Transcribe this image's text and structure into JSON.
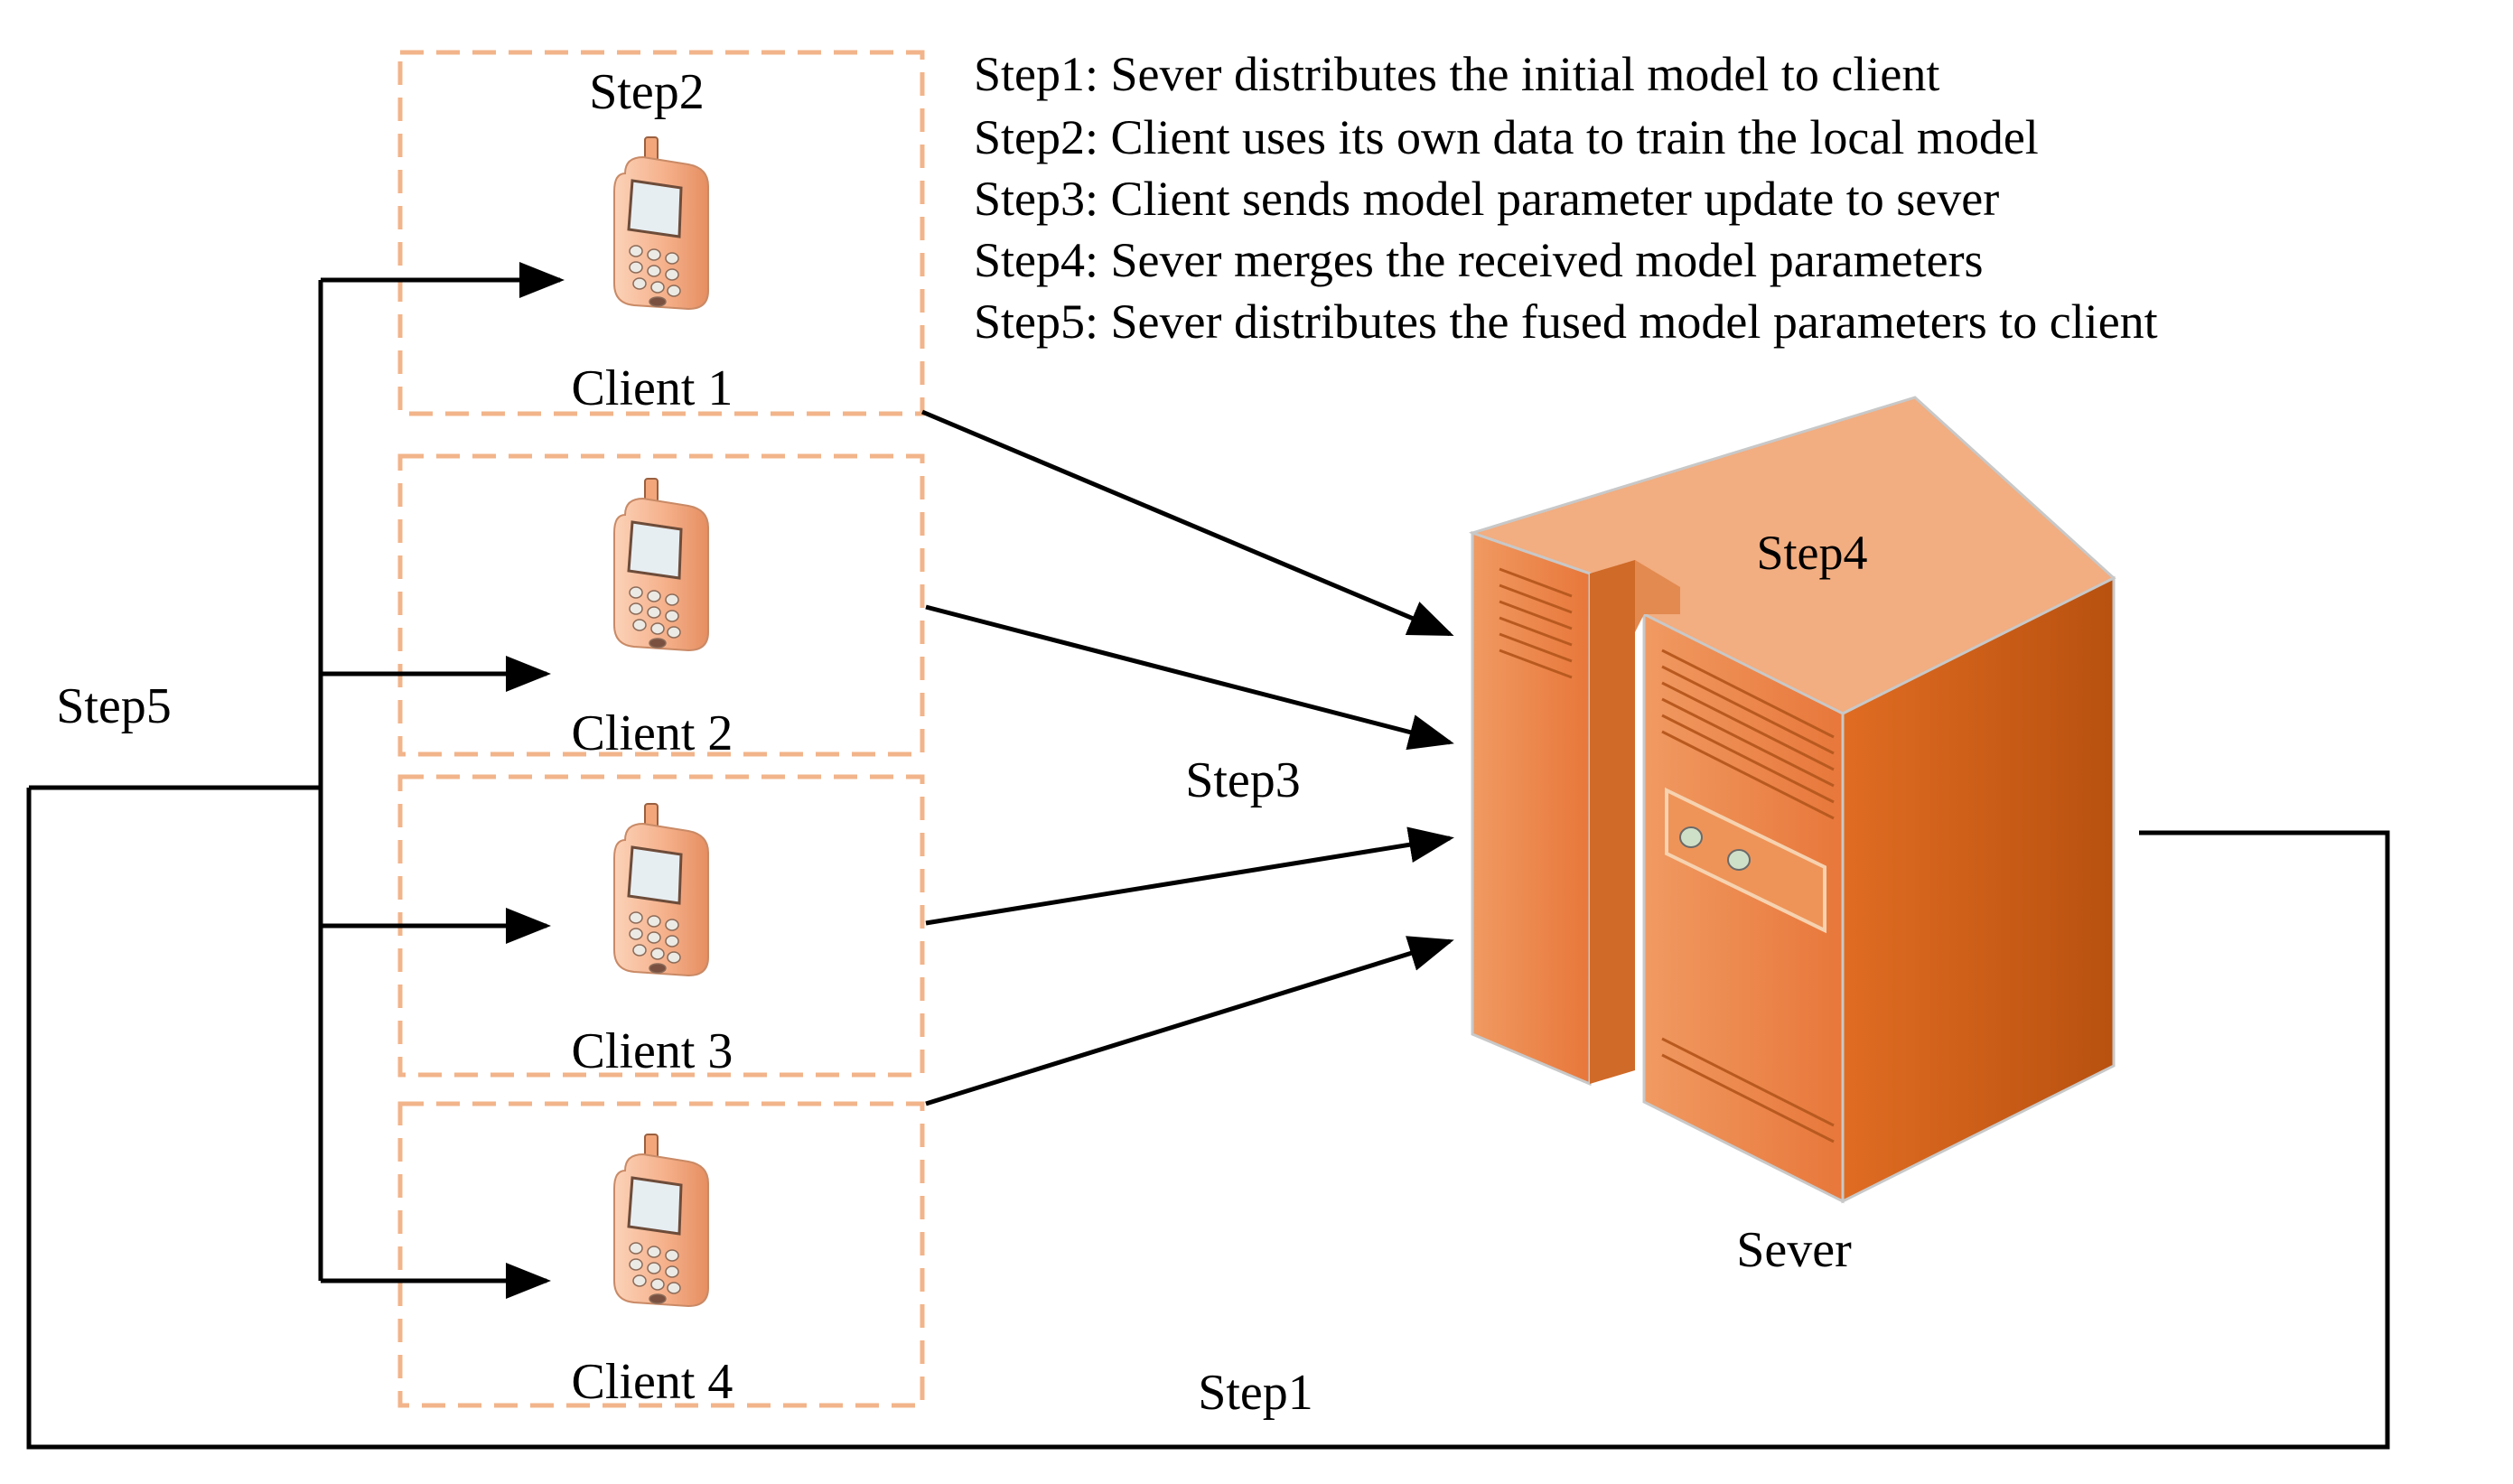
{
  "legend": {
    "lines": [
      "Step1: Sever distributes the initial model to client",
      "Step2: Client uses its own data to train the local model",
      "Step3: Client sends model parameter update to sever",
      "Step4: Sever merges the received model parameters",
      "Step5: Sever distributes the fused model parameters to client"
    ]
  },
  "labels": {
    "step1": "Step1",
    "step2": "Step2",
    "step3": "Step3",
    "step4": "Step4",
    "step5": "Step5",
    "server": "Sever"
  },
  "clients": [
    {
      "label": "Client 1"
    },
    {
      "label": "Client 2"
    },
    {
      "label": "Client 3"
    },
    {
      "label": "Client 4"
    }
  ],
  "colors": {
    "client_box_border": "#f2b48a",
    "phone_body": "#f6b896",
    "phone_shade": "#e9946a",
    "server_front": "#ec8040",
    "server_side": "#d4621a",
    "server_top": "#f0a878",
    "arrow": "#000000"
  }
}
